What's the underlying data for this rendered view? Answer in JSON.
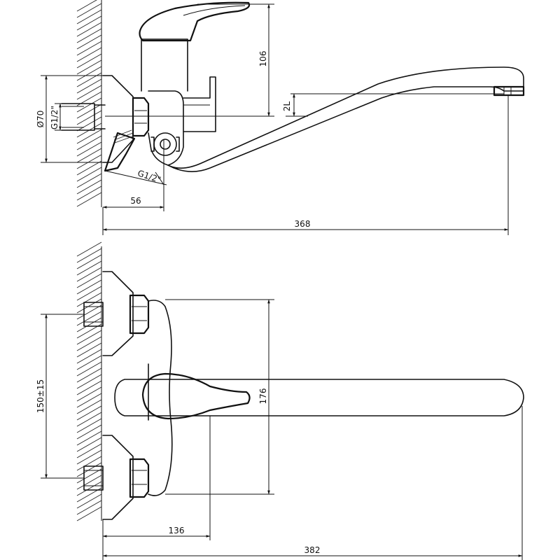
{
  "dimensions": {
    "top_view": {
      "height_spout": "106",
      "spout_offset": "2L",
      "diameter": "Ø70",
      "thread_inlet": "G1/2\"",
      "thread_outlet": "G1/2\"",
      "depth_body": "56",
      "overall_length": "368"
    },
    "front_view": {
      "inlet_spacing": "150±15",
      "height_body": "176",
      "depth_body": "136",
      "overall_length": "382"
    }
  }
}
